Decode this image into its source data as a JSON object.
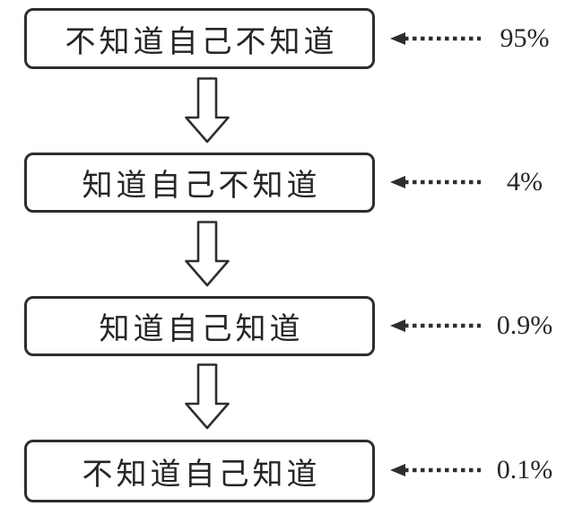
{
  "stages": [
    {
      "label": "不知道自己不知道",
      "percent": "95%"
    },
    {
      "label": "知道自己不知道",
      "percent": "4%"
    },
    {
      "label": "知道自己知道",
      "percent": "0.9%"
    },
    {
      "label": "不知道自己知道",
      "percent": "0.1%"
    }
  ],
  "colors": {
    "ink": "#2e2e2e",
    "background": "#ffffff"
  }
}
